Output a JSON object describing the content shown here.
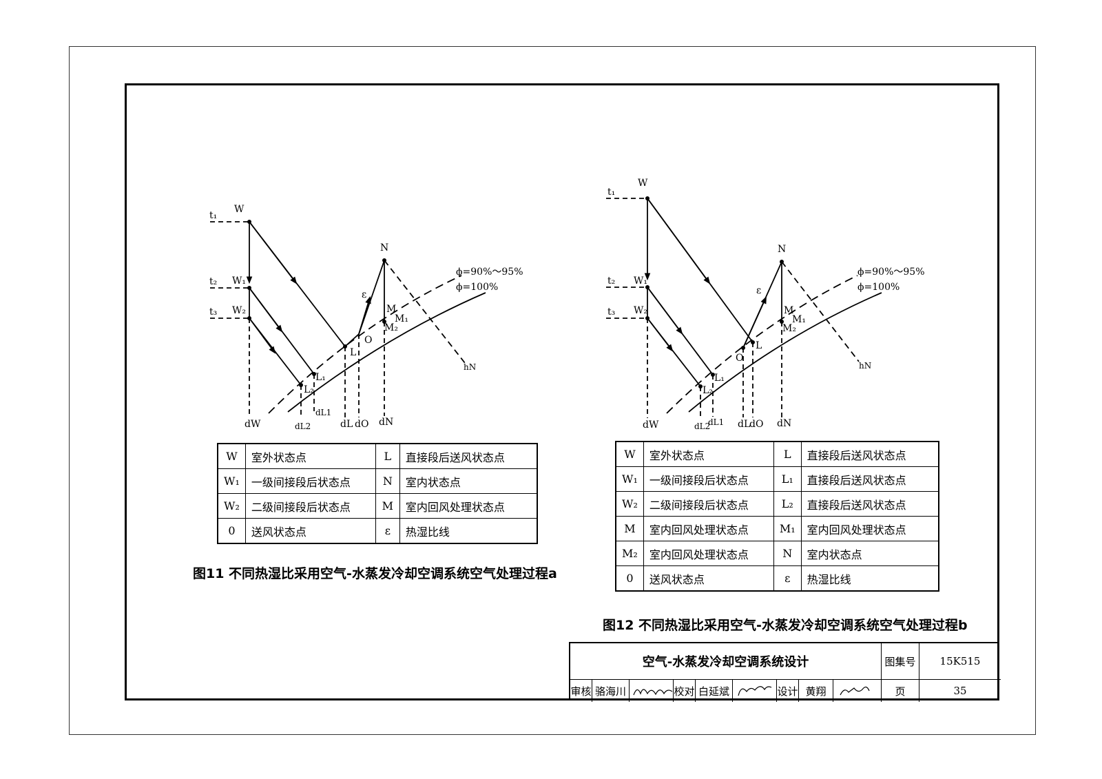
{
  "fig11": {
    "labels": {
      "t1": "t₁",
      "t2": "t₂",
      "t3": "t₃",
      "W": "W",
      "W1": "W₁",
      "W2": "W₂",
      "N": "N",
      "M": "M",
      "M1": "M₁",
      "M2": "M₂",
      "L": "L",
      "L1": "L₁",
      "L2": "L₂",
      "O": "O",
      "eps": "ε",
      "phi1": "ϕ=90%～95%",
      "phi2": "ϕ=100%",
      "hN": "hN",
      "dW": "dW",
      "dL2": "dL2",
      "dL1": "dL1",
      "dL": "dL",
      "dO": "dO",
      "dN": "dN"
    },
    "legend": [
      [
        "W",
        "室外状态点",
        "L",
        "直接段后送风状态点"
      ],
      [
        "W₁",
        "一级间接段后状态点",
        "N",
        "室内状态点"
      ],
      [
        "W₂",
        "二级间接段后状态点",
        "M",
        "室内回风处理状态点"
      ],
      [
        "0",
        "送风状态点",
        "ε",
        "热湿比线"
      ]
    ],
    "caption": "图11  不同热湿比采用空气-水蒸发冷却空调系统空气处理过程a"
  },
  "fig12": {
    "labels": {
      "t1": "t₁",
      "t2": "t₂",
      "t3": "t₃",
      "W": "W",
      "W1": "W₁",
      "W2": "W₂",
      "N": "N",
      "M": "M",
      "M1": "M₁",
      "M2": "M₂",
      "L": "L",
      "L1": "L₁",
      "L2": "L₂",
      "O": "O",
      "eps": "ε",
      "phi1": "ϕ=90%～95%",
      "phi2": "ϕ=100%",
      "hN": "hN",
      "dW": "dW",
      "dL2": "dL2",
      "dL1": "dL1",
      "dL": "dL",
      "dO": "dO",
      "dN": "dN"
    },
    "legend": [
      [
        "W",
        "室外状态点",
        "L",
        "直接段后送风状态点"
      ],
      [
        "W₁",
        "一级间接段后状态点",
        "L₁",
        "直接段后送风状态点"
      ],
      [
        "W₂",
        "二级间接段后状态点",
        "L₂",
        "直接段后送风状态点"
      ],
      [
        "M",
        "室内回风处理状态点",
        "M₁",
        "室内回风处理状态点"
      ],
      [
        "M₂",
        "室内回风处理状态点",
        "N",
        "室内状态点"
      ],
      [
        "0",
        "送风状态点",
        "ε",
        "热湿比线"
      ]
    ],
    "caption": "图12  不同热湿比采用空气-水蒸发冷却空调系统空气处理过程b"
  },
  "title_block": {
    "title": "空气-水蒸发冷却空调系统设计",
    "atlas_label": "图集号",
    "atlas_value": "15K515",
    "review_label": "审核",
    "review_name": "骆海川",
    "review_sign": "骆海川",
    "check_label": "校对",
    "check_name": "白延斌",
    "check_sign": "白延斌",
    "design_label": "设计",
    "design_name": "黄翔",
    "design_sign": "黄翔",
    "page_label": "页",
    "page_value": "35"
  }
}
